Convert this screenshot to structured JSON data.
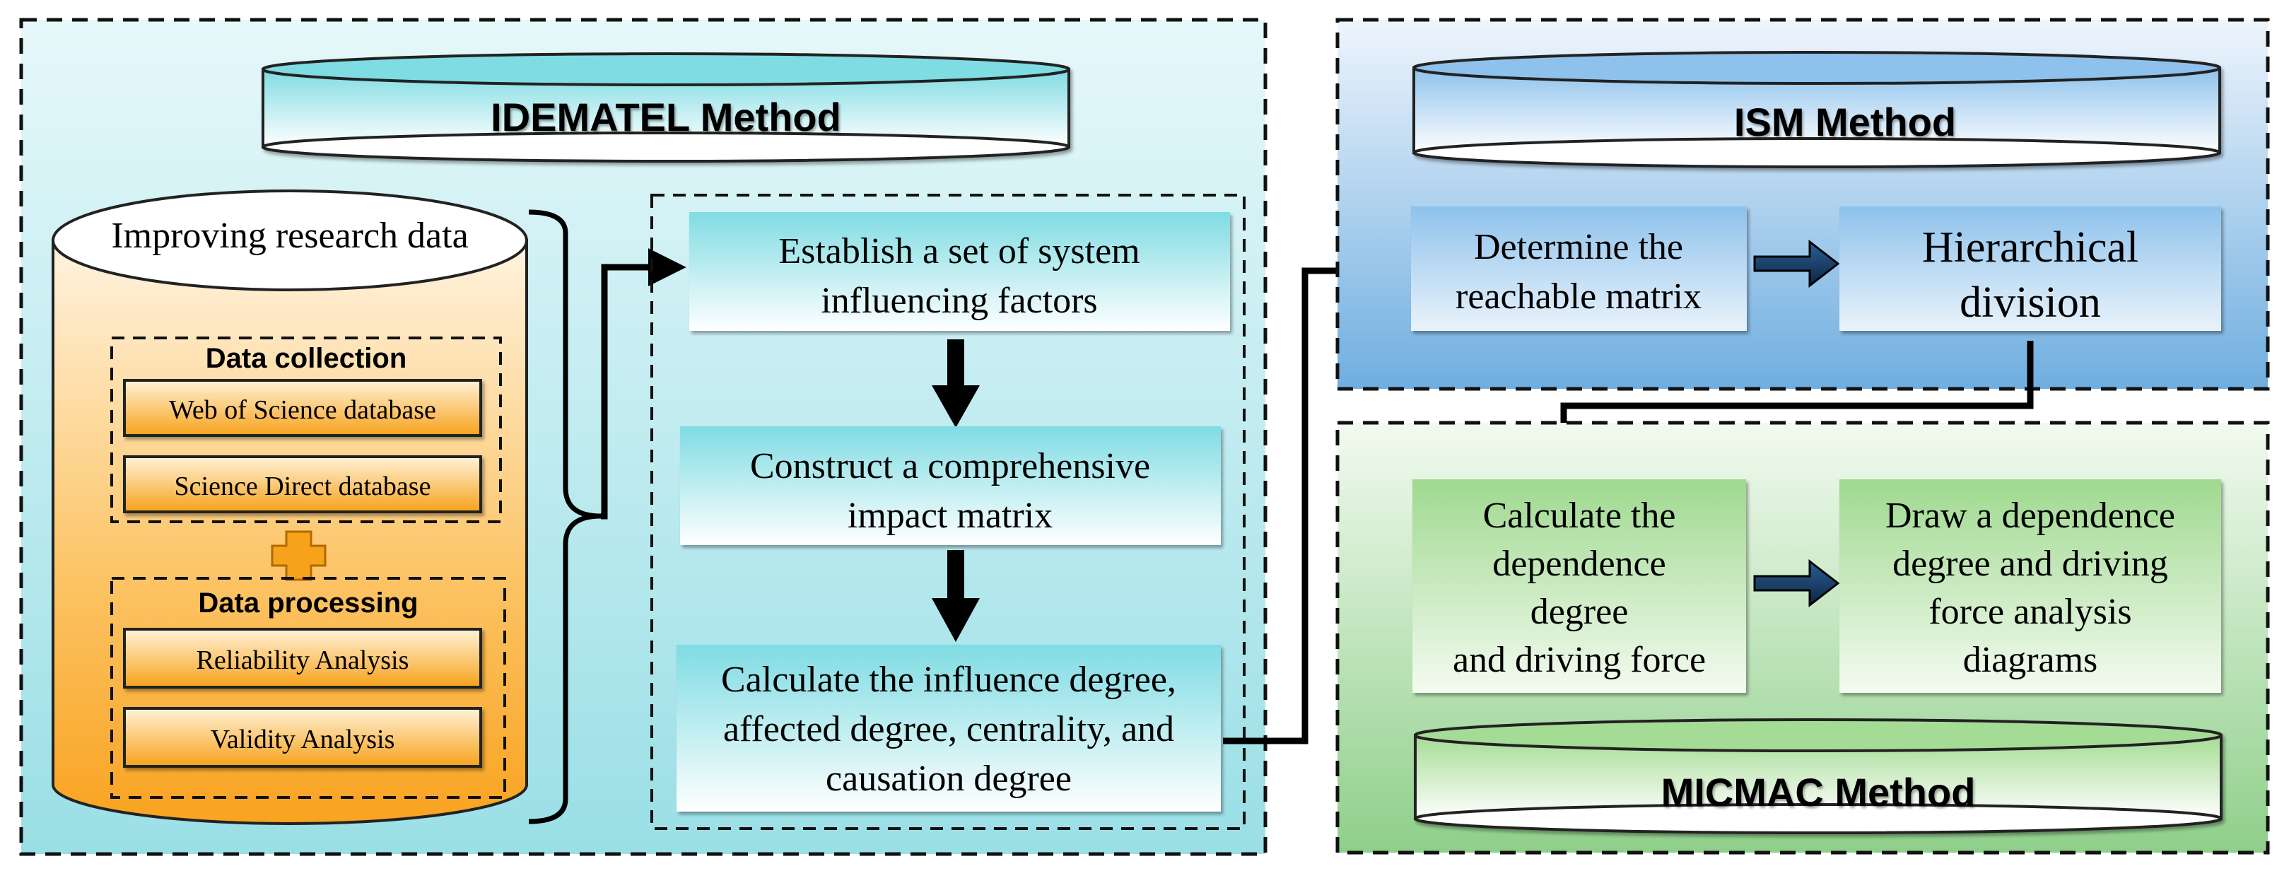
{
  "idematel": {
    "title": "IDEMATEL Method",
    "database": {
      "title": "Improving research data",
      "collection": {
        "title": "Data collection",
        "items": [
          "Web of Science database",
          "Science Direct database"
        ]
      },
      "processing": {
        "title": "Data processing",
        "items": [
          "Reliability Analysis",
          "Validity Analysis"
        ]
      }
    },
    "steps": [
      {
        "lines": [
          "Establish a set of system",
          "influencing factors"
        ]
      },
      {
        "lines": [
          "Construct a comprehensive",
          "impact matrix"
        ]
      },
      {
        "lines": [
          "Calculate the influence degree,",
          "affected degree, centrality, and",
          "causation degree"
        ]
      }
    ]
  },
  "ism": {
    "title": "ISM Method",
    "steps": [
      {
        "lines": [
          "Determine the",
          "reachable matrix"
        ]
      },
      {
        "lines": [
          "Hierarchical",
          "division"
        ]
      }
    ]
  },
  "micmac": {
    "title": "MICMAC Method",
    "steps": [
      {
        "lines": [
          "Calculate the",
          "dependence",
          "degree",
          "and driving force"
        ]
      },
      {
        "lines": [
          "Draw a dependence",
          "degree and driving",
          "force analysis",
          "diagrams"
        ]
      }
    ]
  },
  "colors": {
    "idematel_panel": "#9adfe6",
    "ism_panel": "#6faee0",
    "micmac_panel": "#8fcf8a",
    "database_fill": "#f9a320",
    "step_box": "#bdeef3"
  }
}
